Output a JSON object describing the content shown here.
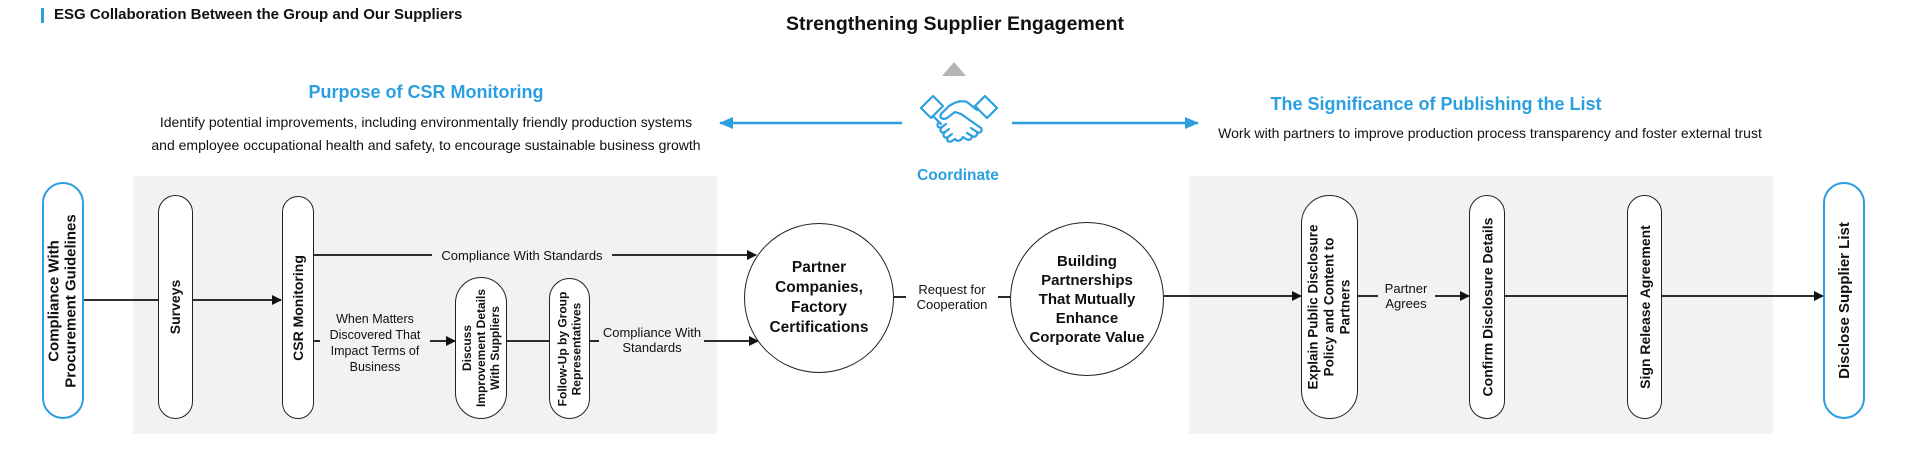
{
  "header": {
    "section_title": "ESG Collaboration Between the Group and Our Suppliers",
    "main_title": "Strengthening Supplier Engagement",
    "center_label": "Coordinate",
    "center_icon": "handshake-icon"
  },
  "left_panel": {
    "heading": "Purpose of CSR Monitoring",
    "description_lines": [
      "Identify potential improvements, including environmentally friendly production systems",
      "and employee occupational health and safety, to encourage sustainable business growth"
    ]
  },
  "right_panel": {
    "heading": "The Significance of Publishing the List",
    "description": "Work with partners to improve production process transparency and foster external trust"
  },
  "flow": {
    "start": {
      "lines": [
        "Compliance With",
        "Procurement Guidelines"
      ]
    },
    "surveys": {
      "lines": [
        "Surveys"
      ]
    },
    "csr_monitoring": {
      "lines": [
        "CSR Monitoring"
      ]
    },
    "top_branch_label": "Compliance With Standards",
    "bottom_branch_label": {
      "lines": [
        "When Matters",
        "Discovered That",
        "Impact Terms of",
        "Business"
      ]
    },
    "discuss": {
      "lines": [
        "Discuss",
        "Improvement Details",
        "With Suppliers"
      ]
    },
    "follow_up": {
      "lines": [
        "Follow-Up by Group",
        "Representatives"
      ]
    },
    "after_follow_up_label": {
      "lines": [
        "Compliance With",
        "Standards"
      ]
    },
    "partner_circle": {
      "lines": [
        "Partner",
        "Companies,",
        "Factory",
        "Certifications"
      ]
    },
    "request_label": {
      "lines": [
        "Request for",
        "Cooperation"
      ]
    },
    "building_circle": {
      "lines": [
        "Building",
        "Partnerships",
        "That Mutually",
        "Enhance",
        "Corporate Value"
      ]
    },
    "explain": {
      "lines": [
        "Explain Public Disclosure",
        "Policy and Content to",
        "Partners"
      ]
    },
    "partner_agrees_label": {
      "lines": [
        "Partner",
        "Agrees"
      ]
    },
    "confirm": {
      "lines": [
        "Confirm Disclosure Details"
      ]
    },
    "sign": {
      "lines": [
        "Sign Release Agreement"
      ]
    },
    "end": {
      "lines": [
        "Disclose Supplier List"
      ]
    }
  },
  "colors": {
    "accent_blue": "#2b9fe0",
    "panel_gray": "#f2f2f2",
    "triangle_gray": "#b3b3b8",
    "line_black": "#111111"
  }
}
